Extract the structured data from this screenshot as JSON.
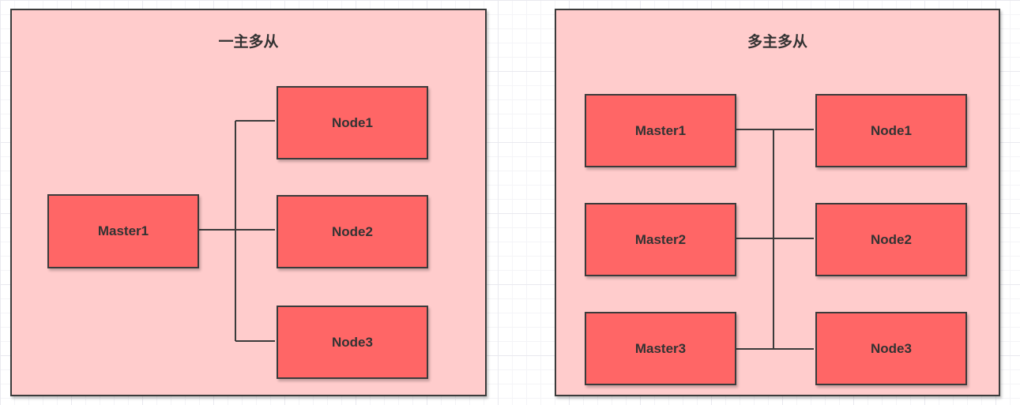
{
  "colors": {
    "panel_fill": "#ffcccc",
    "box_fill": "#ff6666",
    "stroke": "#3b3b3b",
    "text": "#333333",
    "grid_line": "#e9e9ef",
    "page_background": "#ffffff"
  },
  "panels": [
    {
      "title": "一主多从",
      "masters": [
        "Master1"
      ],
      "nodes": [
        "Node1",
        "Node2",
        "Node3"
      ],
      "edges": [
        [
          "Master1",
          "Node1"
        ],
        [
          "Master1",
          "Node2"
        ],
        [
          "Master1",
          "Node3"
        ]
      ]
    },
    {
      "title": "多主多从",
      "masters": [
        "Master1",
        "Master2",
        "Master3"
      ],
      "nodes": [
        "Node1",
        "Node2",
        "Node3"
      ],
      "edges": [
        [
          "Master1",
          "Node1"
        ],
        [
          "Master2",
          "Node2"
        ],
        [
          "Master3",
          "Node3"
        ],
        [
          "Master1",
          "Node2"
        ],
        [
          "Master1",
          "Node3"
        ],
        [
          "Master2",
          "Node1"
        ],
        [
          "Master2",
          "Node3"
        ],
        [
          "Master3",
          "Node1"
        ],
        [
          "Master3",
          "Node2"
        ]
      ]
    }
  ]
}
